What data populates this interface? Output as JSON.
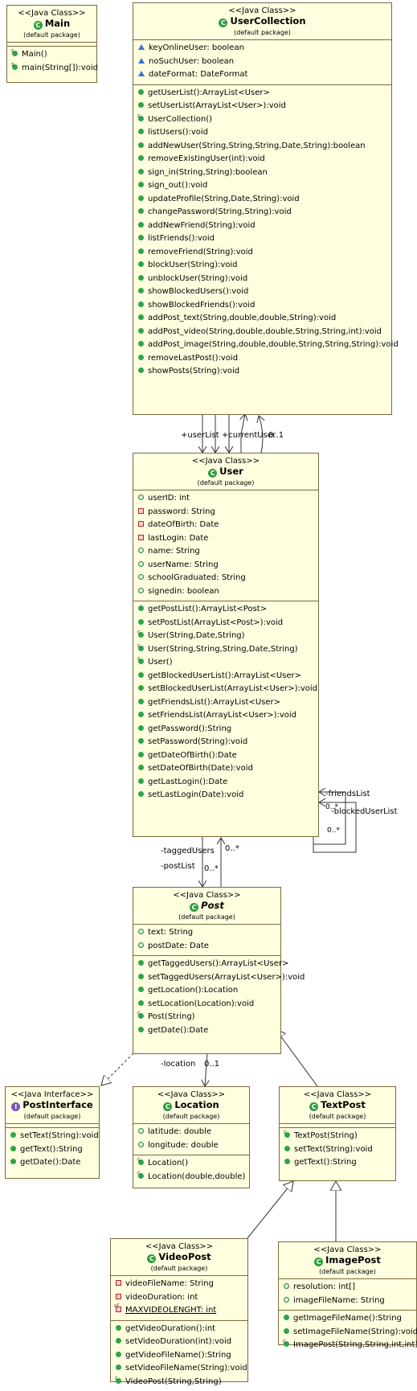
{
  "classes": {
    "main": {
      "stereotype": "<<Java Class>>",
      "name": "Main",
      "package": "(default package)",
      "methods": [
        "Main()",
        "main(String[]):void"
      ]
    },
    "usercollection": {
      "stereotype": "<<Java Class>>",
      "name": "UserCollection",
      "package": "(default package)",
      "attributes": [
        "keyOnlineUser: boolean",
        "noSuchUser: boolean",
        "dateFormat: DateFormat"
      ],
      "methods": [
        "getUserList():ArrayList<User>",
        "setUserList(ArrayList<User>):void",
        "UserCollection()",
        "listUsers():void",
        "addNewUser(String,String,String,Date,String):boolean",
        "removeExistingUser(int):void",
        "sign_in(String,String):boolean",
        "sign_out():void",
        "updateProfile(String,Date,String):void",
        "changePassword(String,String):void",
        "addNewFriend(String):void",
        "listFriends():void",
        "removeFriend(String):void",
        "blockUser(String):void",
        "unblockUser(String):void",
        "showBlockedUsers():void",
        "showBlockedFriends():void",
        "addPost_text(String,double,double,String):void",
        "addPost_video(String,double,double,String,String,int):void",
        "addPost_image(String,double,double,String,String,String):void",
        "removeLastPost():void",
        "showPosts(String):void"
      ]
    },
    "user": {
      "stereotype": "<<Java Class>>",
      "name": "User",
      "package": "(default package)",
      "attributes": [
        "userID: int",
        "password: String",
        "dateOfBirth: Date",
        "lastLogin: Date",
        "name: String",
        "userName: String",
        "schoolGraduated: String",
        "signedin: boolean"
      ],
      "methods": [
        "getPostList():ArrayList<Post>",
        "setPostList(ArrayList<Post>):void",
        "User(String,Date,String)",
        "User(String,String,String,Date,String)",
        "User()",
        "getBlockedUserList():ArrayList<User>",
        "setBlockedUserList(ArrayList<User>):void",
        "getFriendsList():ArrayList<User>",
        "setFriendsList(ArrayList<User>):void",
        "getPassword():String",
        "setPassword(String):void",
        "getDateOfBirth():Date",
        "setDateOfBirth(Date):void",
        "getLastLogin():Date",
        "setLastLogin(Date):void"
      ]
    },
    "post": {
      "stereotype": "<<Java Class>>",
      "name": "Post",
      "package": "(default package)",
      "attributes": [
        "text: String",
        "postDate: Date"
      ],
      "methods": [
        "getTaggedUsers():ArrayList<User>",
        "setTaggedUsers(ArrayList<User>):void",
        "getLocation():Location",
        "setLocation(Location):void",
        "Post(String)",
        "getDate():Date"
      ]
    },
    "postinterface": {
      "stereotype": "<<Java Interface>>",
      "name": "PostInterface",
      "package": "(default package)",
      "methods": [
        "setText(String):void",
        "getText():String",
        "getDate():Date"
      ]
    },
    "location": {
      "stereotype": "<<Java Class>>",
      "name": "Location",
      "package": "(default package)",
      "attributes": [
        "latitude: double",
        "longitude: double"
      ],
      "methods": [
        "Location()",
        "Location(double,double)"
      ]
    },
    "textpost": {
      "stereotype": "<<Java Class>>",
      "name": "TextPost",
      "package": "(default package)",
      "methods": [
        "TextPost(String)",
        "setText(String):void",
        "getText():String"
      ]
    },
    "videopost": {
      "stereotype": "<<Java Class>>",
      "name": "VideoPost",
      "package": "(default package)",
      "attributes": [
        "videoFileName: String",
        "videoDuration: int",
        "MAXVIDEOLENGHT: int"
      ],
      "methods": [
        "getVideoDuration():int",
        "setVideoDuration(int):void",
        "getVideoFileName():String",
        "setVideoFileName(String):void",
        "VideoPost(String,String)"
      ]
    },
    "imagepost": {
      "stereotype": "<<Java Class>>",
      "name": "ImagePost",
      "package": "(default package)",
      "attributes": [
        "resolution: int[]",
        "imageFileName: String"
      ],
      "methods": [
        "getImageFileName():String",
        "setImageFileName(String):void",
        "ImagePost(String,String,int,int)"
      ]
    }
  },
  "edge_labels": {
    "uc_user_roles": "+userList  +currentUser",
    "uc_user_mult": "0..1",
    "friends_list": "-friendsList",
    "blocked_list": "-blockedUserList",
    "self_mult_a": "0..*",
    "self_mult_b": "0..*",
    "tagged_users": "-taggedUsers",
    "post_list": "-postList",
    "tagged_mult": "0..*",
    "post_mult": "0..*",
    "location_role": "-location",
    "location_mult": "0..1"
  }
}
